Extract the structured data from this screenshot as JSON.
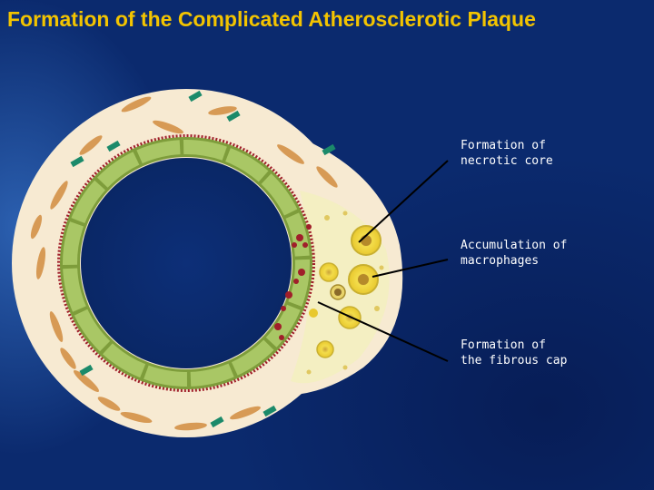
{
  "title": "Formation of the Complicated Atherosclerotic Plaque",
  "labels": {
    "necrotic_core": "Formation of\nnecrotic core",
    "macrophages": "Accumulation of\nmacrophages",
    "fibrous_cap": "Formation of\nthe fibrous cap"
  },
  "colors": {
    "background": "#0b2a6e",
    "title": "#f3c400",
    "vessel_wall": "#f7ead2",
    "plaque": "#f3efc0",
    "endothelium": "#9cbc52",
    "elastic_lamina": "#a01f2a",
    "smooth_muscle": "#d79a55",
    "macrophage": "#f0d640"
  }
}
